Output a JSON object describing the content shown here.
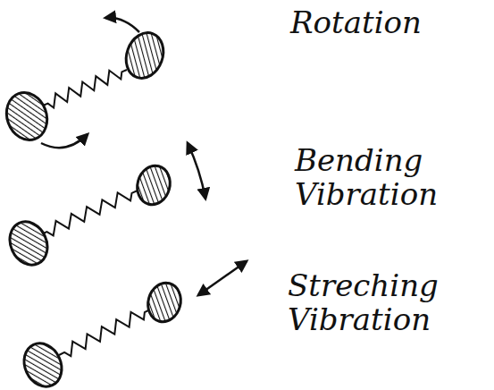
{
  "diagram": {
    "labels": [
      "Rotation",
      "Bending Vibration",
      "Streching Vibration"
    ]
  }
}
